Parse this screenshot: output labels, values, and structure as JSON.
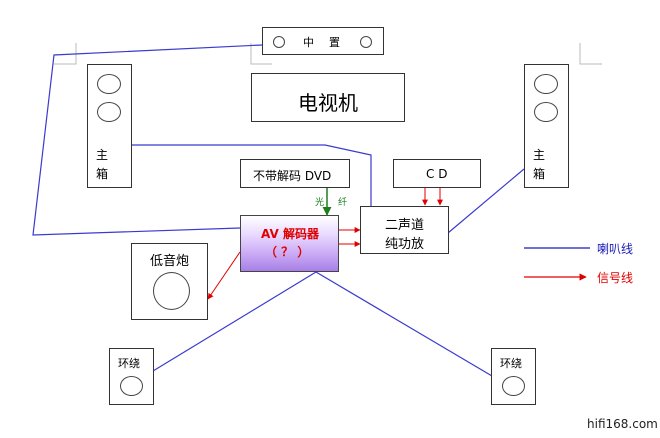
{
  "diagram": {
    "center_speaker": {
      "label_left": "中",
      "label_right": "置"
    },
    "tv": {
      "label": "电视机"
    },
    "main_left": {
      "label_top": "主",
      "label_bottom": "箱"
    },
    "main_right": {
      "label_top": "主",
      "label_bottom": "箱"
    },
    "dvd": {
      "label": "不带解码 DVD"
    },
    "cd": {
      "label": "C D"
    },
    "optical": {
      "char1": "光",
      "char2": "纤"
    },
    "decoder": {
      "line1": "AV 解码器",
      "line2": "（ ？ ）"
    },
    "amp": {
      "line1": "二声道",
      "line2": "纯功放"
    },
    "subwoofer": {
      "label": "低音炮"
    },
    "surround_left": {
      "label": "环绕"
    },
    "surround_right": {
      "label": "环绕"
    },
    "legend": {
      "speaker_wire": {
        "label": "喇叭线",
        "color": "#1a1ab8"
      },
      "signal_wire": {
        "label": "信号线",
        "color": "#e00000"
      }
    },
    "watermark": "hifi168.com"
  },
  "colors": {
    "speaker_wire": "#3a3ad0",
    "signal_wire": "#e00000",
    "optical_wire": "#1a7f1a"
  }
}
